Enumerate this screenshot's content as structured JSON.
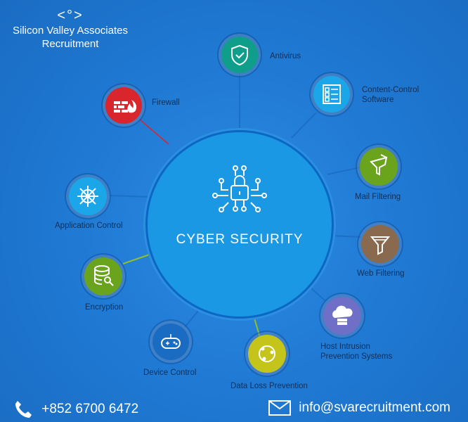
{
  "company": {
    "mark": "<°>",
    "name_line1": "Silicon Valley Associates",
    "name_line2": "Recruitment"
  },
  "hub": {
    "title": "CYBER SECURITY",
    "icon": "padlock-circuit-icon"
  },
  "nodes": [
    {
      "id": "antivirus",
      "label": "Antivirus",
      "color": "#0f9e8a",
      "icon": "shield-check-icon"
    },
    {
      "id": "content-control",
      "label_line1": "Content-Control",
      "label_line2": "Software",
      "color": "#1aa6e8",
      "icon": "document-list-icon"
    },
    {
      "id": "mail-filtering",
      "label": "Mail Filtering",
      "color": "#6aa31c",
      "icon": "funnel-mail-icon"
    },
    {
      "id": "web-filtering",
      "label": "Web Filtering",
      "color": "#8a6a4f",
      "icon": "funnel-icon"
    },
    {
      "id": "host-intrusion",
      "label_line1": "Host Intrusion",
      "label_line2": "Prevention Systems",
      "color": "#6f6fc7",
      "icon": "cloud-server-icon"
    },
    {
      "id": "data-loss",
      "label": "Data Loss Prevention",
      "color": "#c4c41a",
      "icon": "share-nodes-icon"
    },
    {
      "id": "device-control",
      "label": "Device Control",
      "color": "#1a6cc2",
      "icon": "gamepad-icon"
    },
    {
      "id": "encryption",
      "label": "Encryption",
      "color": "#6aa31c",
      "icon": "database-key-icon"
    },
    {
      "id": "application-control",
      "label": "Application Control",
      "color": "#1aa6e8",
      "icon": "ship-wheel-icon"
    },
    {
      "id": "firewall",
      "label": "Firewall",
      "color": "#d9262c",
      "icon": "firewall-icon"
    }
  ],
  "contact": {
    "phone": "+852 6700 6472",
    "email": "info@svarecruitment.com",
    "phone_icon": "phone-icon",
    "email_icon": "mail-icon"
  }
}
